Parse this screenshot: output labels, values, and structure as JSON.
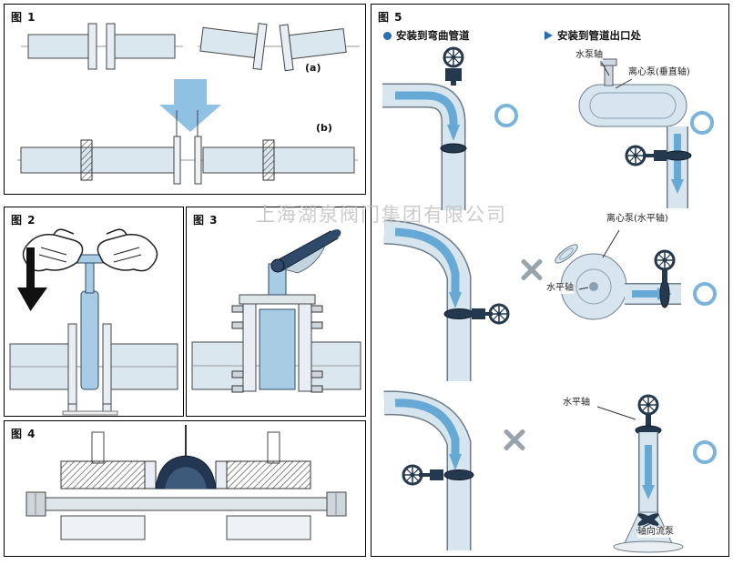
{
  "watermark": "上海湖泉阀门集团有限公司",
  "fig1": {
    "title": "图 1",
    "label_a": "(a)",
    "label_b": "(b)"
  },
  "fig2": {
    "title": "图 2"
  },
  "fig3": {
    "title": "图 3"
  },
  "fig4": {
    "title": "图 4"
  },
  "fig5": {
    "title": "图 5",
    "sections": [
      {
        "label": "安装到弯曲管道"
      },
      {
        "label": "安装到管道出口处"
      }
    ],
    "labels": {
      "pump_shaft": "水泵轴",
      "centrifugal_vertical": "离心泵(垂直轴)",
      "centrifugal_horizontal": "离心泵(水平轴)",
      "horizontal_shaft_mid": "水平轴",
      "horizontal_shaft_bottom": "水平轴",
      "axial_flow_pump": "轴向流泵"
    },
    "marks": [
      {
        "row": 1,
        "col": "left",
        "result": "correct"
      },
      {
        "row": 1,
        "col": "right",
        "result": "correct"
      },
      {
        "row": 2,
        "col": "left",
        "result": "incorrect"
      },
      {
        "row": 2,
        "col": "right",
        "result": "correct"
      },
      {
        "row": 3,
        "col": "left",
        "result": "incorrect"
      },
      {
        "row": 3,
        "col": "right",
        "result": "correct"
      }
    ]
  },
  "icons": {
    "section1_bullet": "circle-bullet",
    "section2_bullet": "triangle-bullet",
    "correct_mark": "blue-circle",
    "incorrect_mark": "gray-cross"
  },
  "colors": {
    "pipe_fill": "#d7e5ef",
    "arrow_blue": "#66a9d4",
    "dark_navy": "#24384e",
    "mark_blue": "#79b5da",
    "cross_gray": "#98a4ac",
    "accent_blue": "#2a6db5",
    "watermark_gray": "#bfbfbf"
  }
}
